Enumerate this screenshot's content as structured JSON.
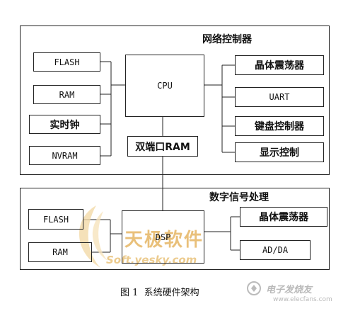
{
  "top_group": {
    "title": "网络控制器",
    "left_boxes": [
      "FLASH",
      "RAM",
      "实时钟",
      "NVRAM"
    ],
    "cpu": "CPU",
    "dual_port_ram": "双端口RAM",
    "right_boxes": [
      "晶体震荡器",
      "UART",
      "键盘控制器",
      "显示控制"
    ]
  },
  "bottom_group": {
    "title": "数字信号处理",
    "left_boxes": [
      "FLASH",
      "RAM"
    ],
    "dsp": "DSP",
    "right_boxes": [
      "晶体震荡器",
      "AD/DA"
    ]
  },
  "watermarks": {
    "brand_cn": "天极软件",
    "brand_en": "Soft.yesky.com",
    "site_cn": "电子发烧友",
    "site_url": "www.elecfans.com"
  },
  "caption": "图 1  系统硬件架构"
}
